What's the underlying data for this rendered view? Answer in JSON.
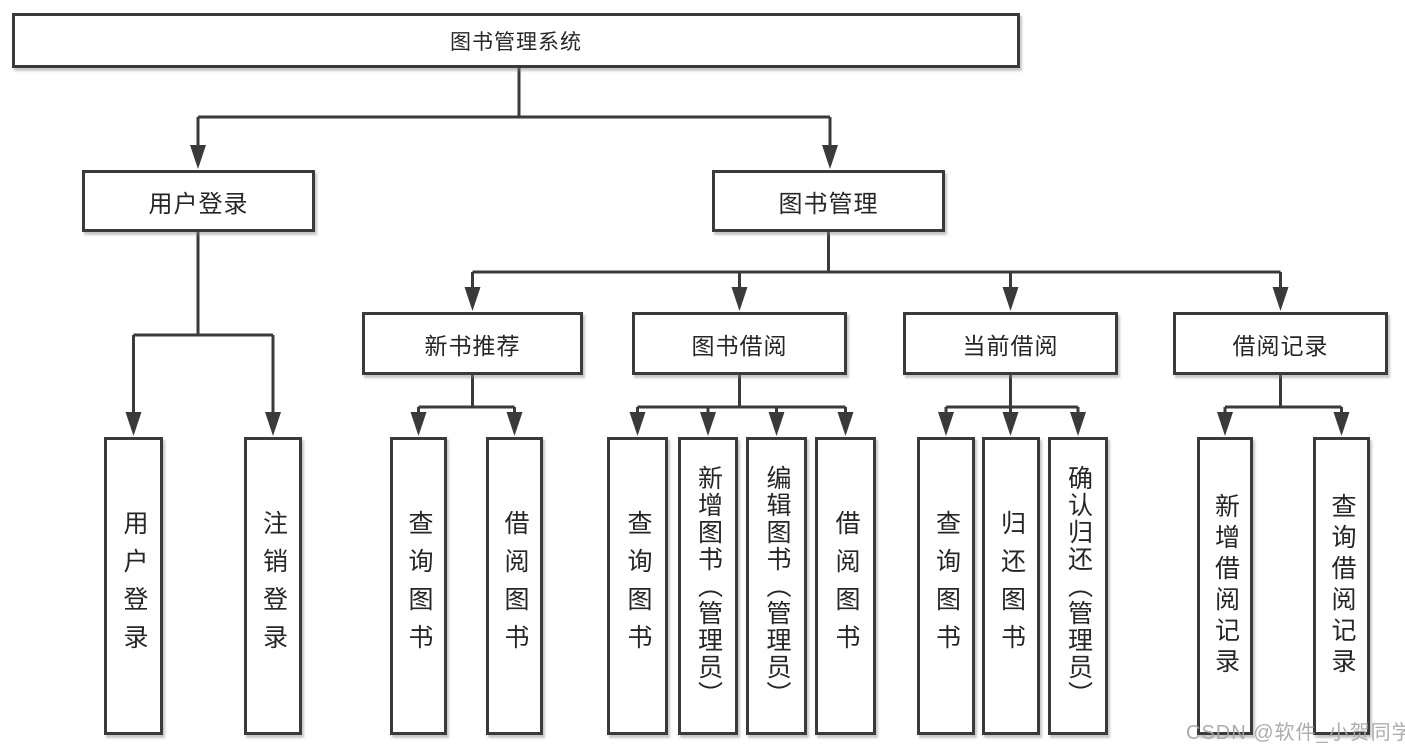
{
  "tree": {
    "label": "图书管理系统",
    "children": [
      {
        "label": "用户登录",
        "children": [
          {
            "label": "用户登录"
          },
          {
            "label": "注销登录"
          }
        ]
      },
      {
        "label": "图书管理",
        "children": [
          {
            "label": "新书推荐",
            "children": [
              {
                "label": "查询图书"
              },
              {
                "label": "借阅图书"
              }
            ]
          },
          {
            "label": "图书借阅",
            "children": [
              {
                "label": "查询图书"
              },
              {
                "label": "新增图书（管理员）"
              },
              {
                "label": "编辑图书（管理员）"
              },
              {
                "label": "借阅图书"
              }
            ]
          },
          {
            "label": "当前借阅",
            "children": [
              {
                "label": "查询图书"
              },
              {
                "label": "归还图书"
              },
              {
                "label": "确认归还（管理员）"
              }
            ]
          },
          {
            "label": "借阅记录",
            "children": [
              {
                "label": "新增借阅记录"
              },
              {
                "label": "查询借阅记录"
              }
            ]
          }
        ]
      }
    ]
  },
  "watermark": "CSDN @软件_小贺同学",
  "colors": {
    "line": "#3a3a3a",
    "text": "#262626",
    "background": "#ffffff",
    "watermark": "#a5a5aa"
  }
}
